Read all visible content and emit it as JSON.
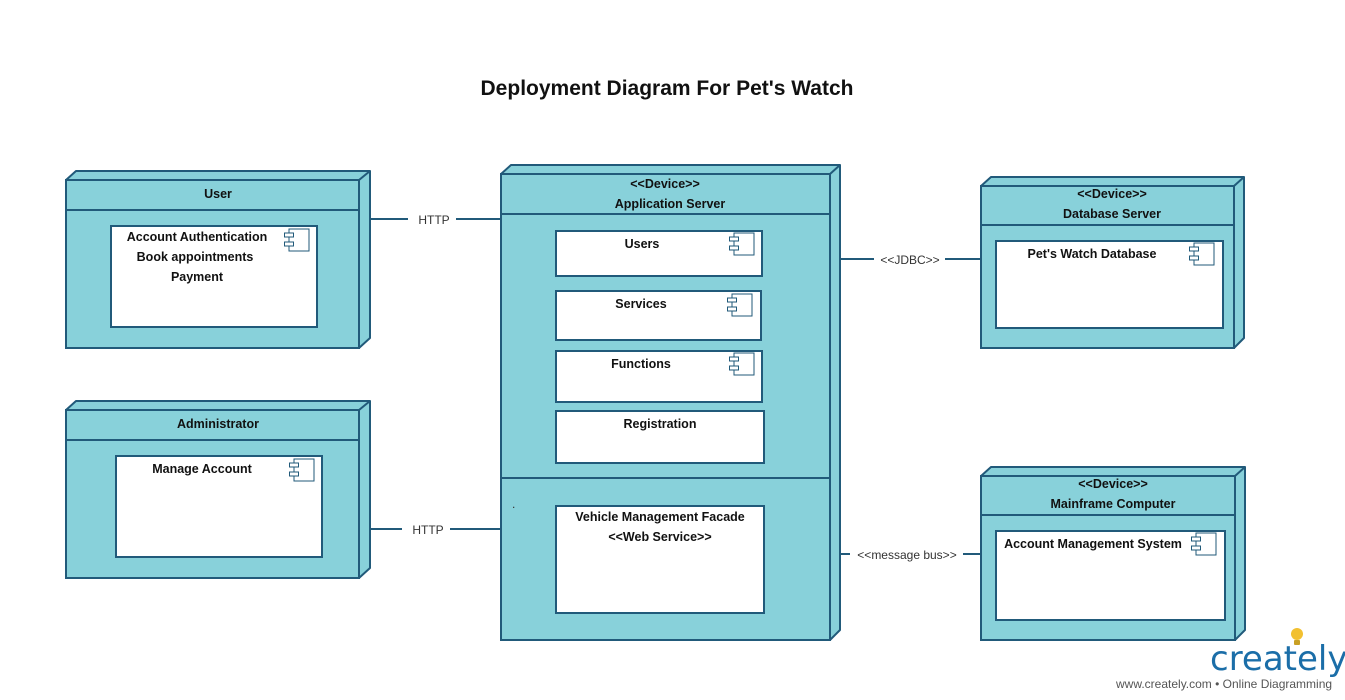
{
  "title": "Deployment Diagram For Pet's Watch",
  "colors": {
    "node_fill": "#88d1da",
    "node_stroke": "#215a7a",
    "brand_blue": "#1b6ea8",
    "bulb_yellow": "#f2c030"
  },
  "nodes": {
    "user": {
      "name": "User",
      "components": [
        "Account Authentication",
        "Book appointments",
        "Payment"
      ]
    },
    "administrator": {
      "name": "Administrator",
      "components": [
        "Manage Account"
      ]
    },
    "app_server": {
      "stereotype": "<<Device>>",
      "name": "Application Server",
      "components": [
        "Users",
        "Services",
        "Functions",
        "Registration"
      ],
      "dot": ".",
      "facade": {
        "name": "Vehicle Management Facade",
        "stereotype": "<<Web Service>>"
      }
    },
    "db_server": {
      "stereotype": "<<Device>>",
      "name": "Database Server",
      "components": [
        "Pet's Watch Database"
      ]
    },
    "mainframe": {
      "stereotype": "<<Device>>",
      "name": "Mainframe Computer",
      "components": [
        "Account Management System"
      ]
    }
  },
  "connectors": {
    "user_app": "HTTP",
    "admin_app": "HTTP",
    "app_db": "<<JDBC>>",
    "app_mainframe": "<<message bus>>"
  },
  "branding": {
    "logo": "creately",
    "tagline": "www.creately.com • Online Diagramming"
  }
}
